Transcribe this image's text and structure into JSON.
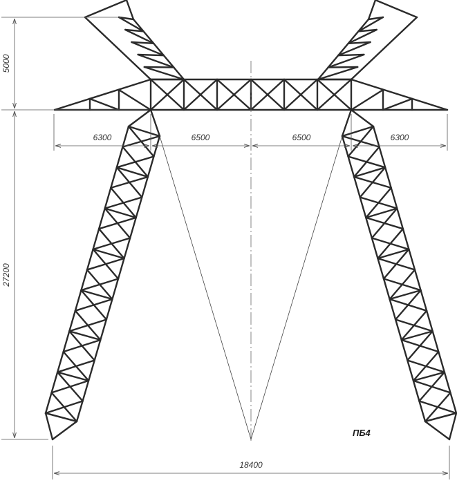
{
  "drawing": {
    "type_label": "ПБ4",
    "dimensions": {
      "top_span_1": "6300",
      "top_span_2": "6500",
      "top_span_3": "6500",
      "top_span_4": "6300",
      "base_span": "18400",
      "upper_height": "5000",
      "lower_height": "27200"
    }
  }
}
